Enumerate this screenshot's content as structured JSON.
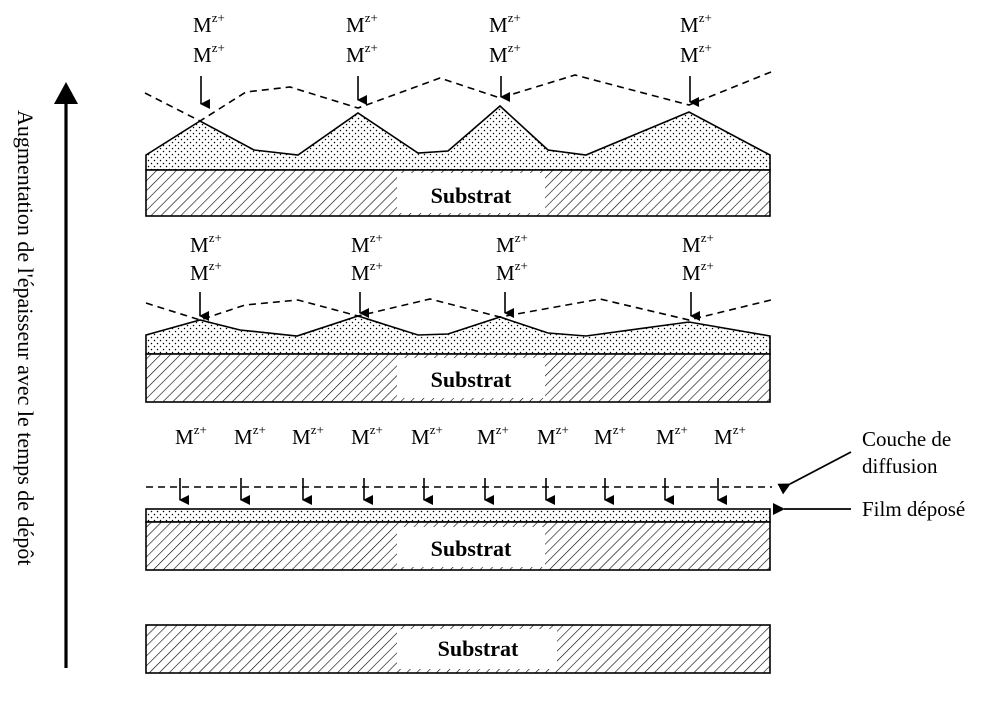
{
  "ion": {
    "base": "M",
    "charge": "z+"
  },
  "substrate_label": "Substrat",
  "time_axis_label": "Augmentation de l'épaisseur avec le temps de dépôt",
  "diffusion_label_line1": "Couche de",
  "diffusion_label_line2": "diffusion",
  "film_label": "Film déposé",
  "colors": {
    "ink": "#000000",
    "background": "#ffffff"
  }
}
